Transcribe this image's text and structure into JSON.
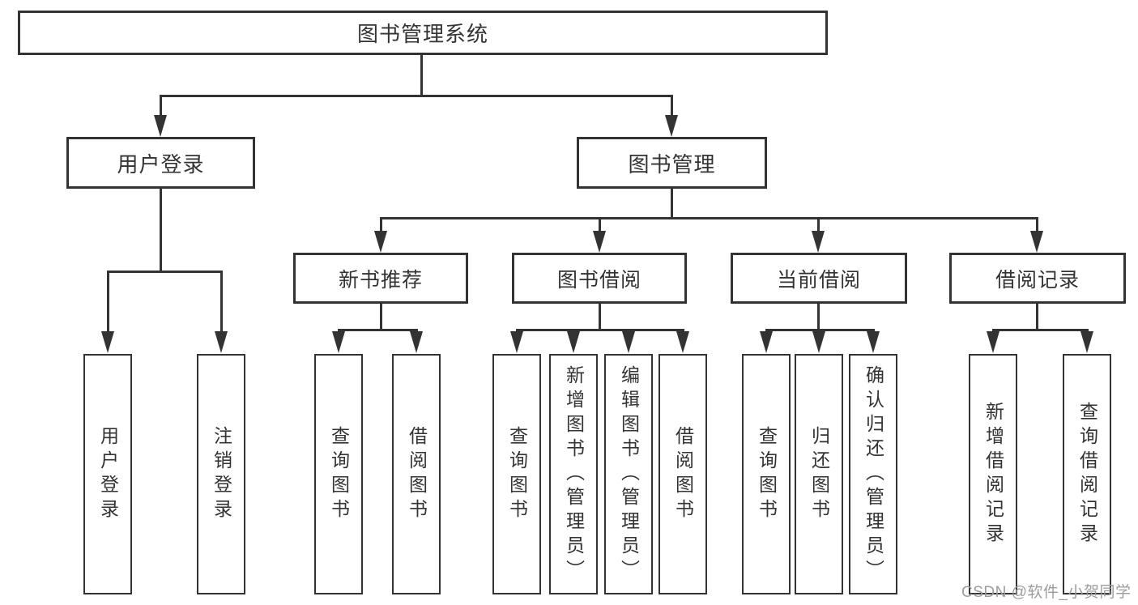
{
  "diagram_title": "图书管理系统",
  "tree": {
    "root": {
      "label": "图书管理系统"
    },
    "branches": [
      {
        "label": "用户登录",
        "children": [
          "用户登录",
          "注销登录"
        ]
      },
      {
        "label": "图书管理",
        "sections": [
          {
            "label": "新书推荐",
            "children": [
              "查询图书",
              "借阅图书"
            ]
          },
          {
            "label": "图书借阅",
            "children": [
              "查询图书",
              "新增图书（管理员）",
              "编辑图书（管理员）",
              "借阅图书"
            ]
          },
          {
            "label": "当前借阅",
            "children": [
              "查询图书",
              "归还图书",
              "确认归还（管理员）"
            ]
          },
          {
            "label": "借阅记录",
            "children": [
              "新增借阅记录",
              "查询借阅记录"
            ]
          }
        ]
      }
    ]
  },
  "watermark": {
    "text": "CSDN @软件_小贺同学",
    "color": "#9c9c9c"
  },
  "colors": {
    "line": "#333333",
    "text": "#333333",
    "background": "#ffffff"
  }
}
